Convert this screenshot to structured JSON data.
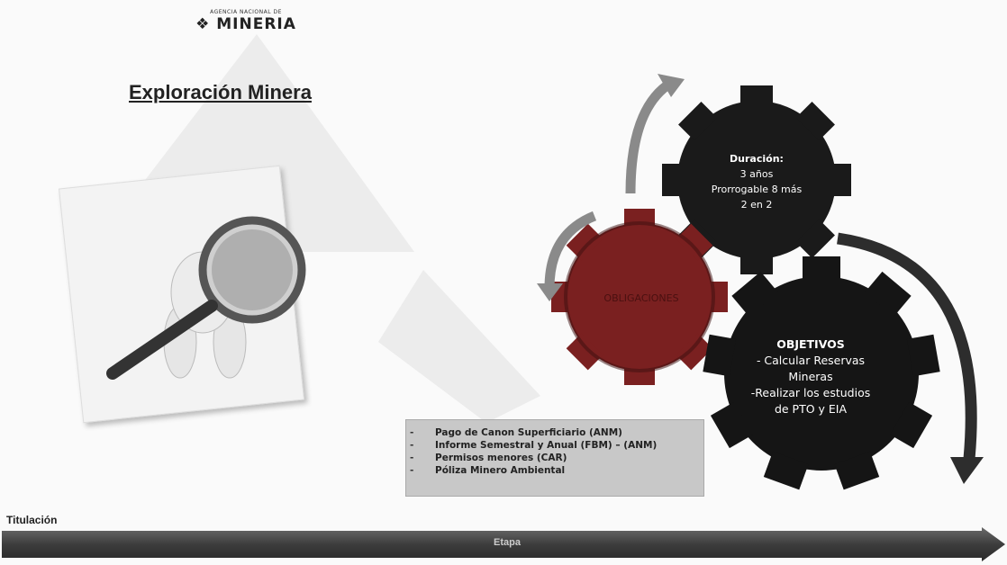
{
  "logo": {
    "agency_line": "AGENCIA NACIONAL DE",
    "name": "MINERIA",
    "icon": "diamond-icon"
  },
  "title": "Exploración Minera",
  "gears": {
    "duration": {
      "heading": "Duración:",
      "lines": [
        "3 años",
        "Prorrogable 8 más",
        "2 en 2"
      ]
    },
    "obligations": {
      "label": "OBLIGACIONES"
    },
    "objectives": {
      "heading": "OBJETIVOS",
      "lines": [
        "- Calcular Reservas",
        "Mineras",
        "-Realizar los estudios",
        "de PTO y EIA"
      ]
    }
  },
  "requirements": [
    "Pago de Canon Superficiario (ANM)",
    "Informe Semestral y Anual (FBM) – (ANM)",
    "Permisos menores (CAR)",
    "Póliza Minero Ambiental"
  ],
  "timeline": {
    "start_label": "Titulación",
    "bar_label": "Etapa"
  },
  "colors": {
    "gear_dark": "#1a1a1a",
    "gear_red": "#7a2020",
    "arrow_gray": "#8a8a8a",
    "bar_dark": "#3d3d3d"
  }
}
